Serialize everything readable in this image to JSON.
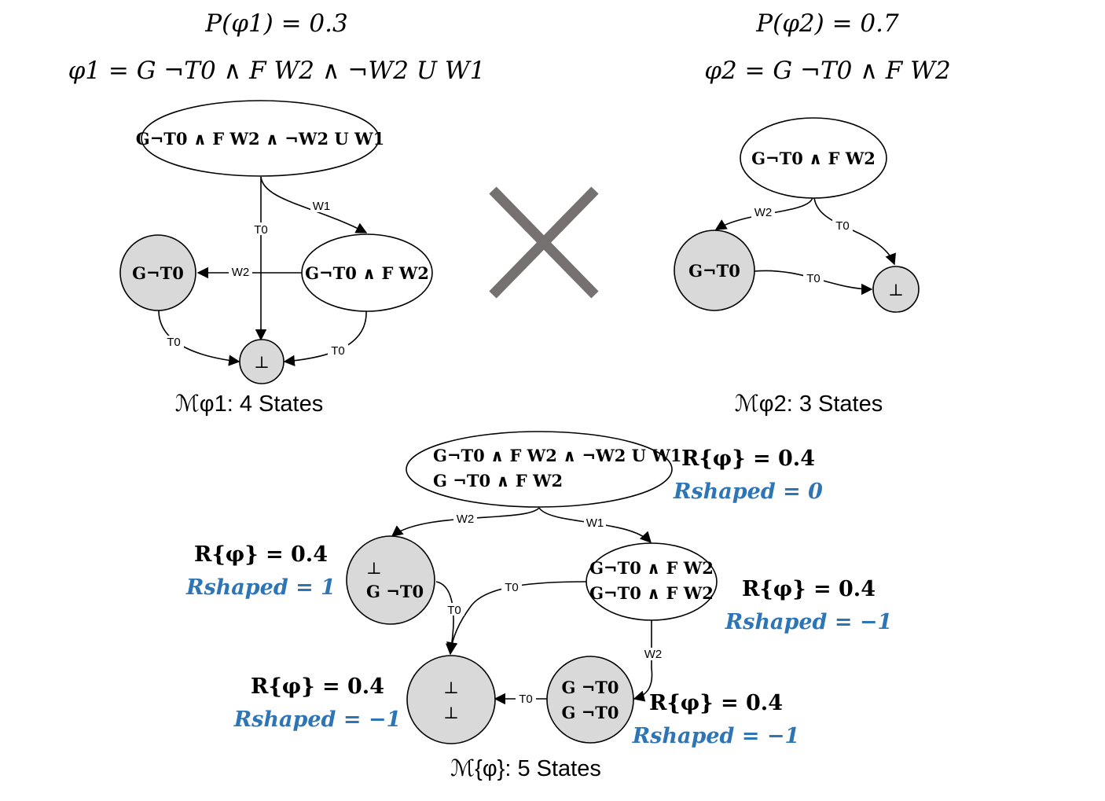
{
  "headers": {
    "prob1": "P(φ1) = 0.3",
    "formula1": "φ1 = G ¬T0 ∧ F W2 ∧ ¬W2 U W1",
    "prob2": "P(φ2) = 0.7",
    "formula2": "φ2 = G ¬T0 ∧ F W2"
  },
  "machine1": {
    "states": {
      "root": "G¬T0 ∧ F W2 ∧ ¬W2 U W1",
      "gt0": "G¬T0",
      "gfw2": "G¬T0 ∧ F W2",
      "bottom": "⊥"
    },
    "edges": {
      "root_to_gfw2": "W1",
      "root_to_bottom": "T0",
      "gfw2_to_gt0": "W2",
      "gt0_to_bottom": "T0",
      "gfw2_to_bottom": "T0"
    },
    "caption": "ℳφ1: 4 States"
  },
  "machine2": {
    "states": {
      "root": "G¬T0 ∧ F W2",
      "gt0": "G¬T0",
      "bottom": "⊥"
    },
    "edges": {
      "root_to_gt0": "W2",
      "root_to_bottom": "T0",
      "gt0_to_bottom": "T0"
    },
    "caption": "ℳφ2: 3 States"
  },
  "product": {
    "states": {
      "root": {
        "line1": "G¬T0 ∧ F W2 ∧ ¬W2 U W1",
        "line2": "G ¬T0 ∧ F W2"
      },
      "left": {
        "line1": "⊥",
        "line2": "G ¬T0"
      },
      "right": {
        "line1": "G¬T0 ∧ F W2",
        "line2": "G¬T0 ∧ F W2"
      },
      "bottom": {
        "line1": "⊥",
        "line2": "⊥"
      },
      "gg": {
        "line1": "G ¬T0",
        "line2": "G ¬T0"
      }
    },
    "edges": {
      "root_to_left": "W2",
      "root_to_right": "W1",
      "left_to_bottom": "T0",
      "right_to_bottom": "T0",
      "right_to_gg": "W2",
      "gg_to_bottom": "T0"
    },
    "caption": "ℳ{φ}: 5 States",
    "rewards": {
      "root": {
        "r": "R{φ} = 0.4",
        "shaped": "Rshaped = 0"
      },
      "left": {
        "r": "R{φ} = 0.4",
        "shaped": "Rshaped = 1"
      },
      "right": {
        "r": "R{φ} = 0.4",
        "shaped": "Rshaped = −1"
      },
      "bottom": {
        "r": "R{φ} = 0.4",
        "shaped": "Rshaped = −1"
      },
      "gg": {
        "r": "R{φ} = 0.4",
        "shaped": "Rshaped = −1"
      }
    }
  },
  "colors": {
    "node_fill_gray": "#d9d9d9",
    "shaped_blue": "#2e75b6",
    "cross_gray": "#767171"
  }
}
